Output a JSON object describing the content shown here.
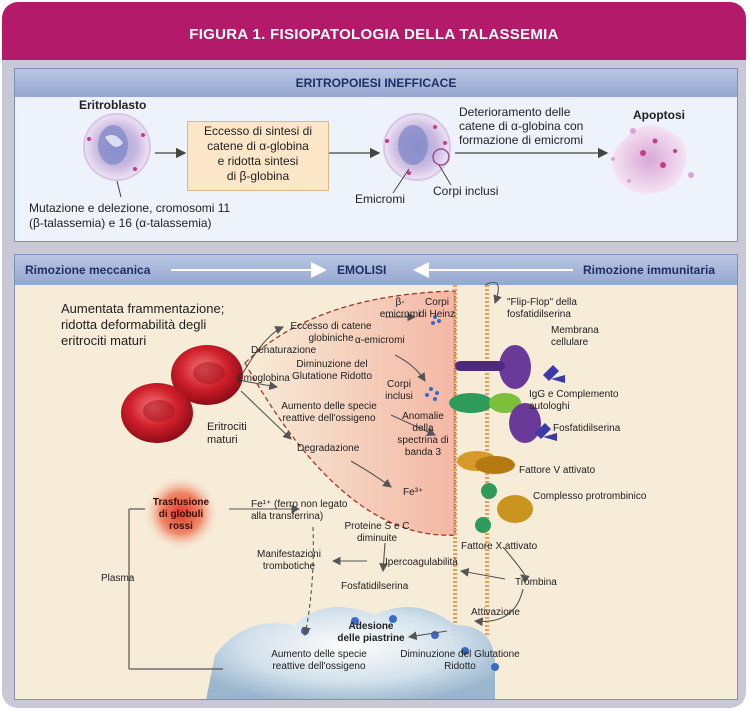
{
  "figure": {
    "title": "FIGURA 1. FISIOPATOLOGIA DELLA TALASSEMIA"
  },
  "eritropoiesi": {
    "header": "ERITROPOIESI INEFFICACE",
    "eritroblasto": "Eritroblasto",
    "box_lines": [
      "Eccesso di sintesi di",
      "catene di α-globina",
      "e ridotta sintesi",
      "di β-globina"
    ],
    "deterioramento_lines": [
      "Deterioramento delle",
      "catene di α-globina con",
      "formazione di emicromi"
    ],
    "apoptosi": "Apoptosi",
    "mutazione_lines": [
      "Mutazione e delezione, cromosomi 11",
      "(β-talassemia) e 16 (α-talassemia)"
    ],
    "emicromi": "Emicromi",
    "corpi_inclusi": "Corpi inclusi"
  },
  "emolisi": {
    "rimozione_meccanica": "Rimozione meccanica",
    "title": "EMOLISI",
    "rimozione_immunitaria": "Rimozione immunitaria",
    "aumentata_lines": [
      "Aumentata frammentazione;",
      "ridotta deformabilità degli",
      "eritrociti maturi"
    ],
    "eritrociti_lines": [
      "Eritrociti",
      "maturi"
    ],
    "emoglobina": "Emoglobina",
    "denaturazione": "Denaturazione",
    "eccesso_catene_lines": [
      "Eccesso di catene",
      "globiniche"
    ],
    "beta_emicromi_lines": [
      "β-",
      "emicromi"
    ],
    "alfa_emicromi": "α-emicromi",
    "corpi_heinz_lines": [
      "Corpi",
      "di Heinz"
    ],
    "flip_flop_lines": [
      "\"Flip-Flop\" della",
      "fosfatidilserina"
    ],
    "membrana_lines": [
      "Membrana",
      "cellulare"
    ],
    "diminuzione_glut_lines": [
      "Diminuzione del",
      "Glutatione Ridotto"
    ],
    "corpi_inclusi_lines": [
      "Corpi",
      "inclusi"
    ],
    "igg_lines": [
      "IgG  e Complemento",
      "autologhi"
    ],
    "aumento_specie_lines": [
      "Aumento delle specie",
      "reattive dell'ossigeno"
    ],
    "anomalie_lines": [
      "Anomalie",
      "della",
      "spectrina di",
      "banda 3"
    ],
    "fosfatidilserina_label": "Fosfatidilserina",
    "degradazione": "Degradazione",
    "fattore_v": "Fattore V attivato",
    "fe3": "Fe³⁺",
    "complesso": "Complesso protrombinico",
    "trasfusione_lines": [
      "Trasfusione",
      "di globuli",
      "rossi"
    ],
    "fe_lines": [
      "Fe¹⁺ (ferro non legato",
      "alla transferrina)"
    ],
    "proteine_lines": [
      "Proteine S e C",
      "diminuite"
    ],
    "fattore_x": "Fattore X attivato",
    "manifestazioni_lines": [
      "Manifestazioni",
      "trombotiche"
    ],
    "ipercoag": "Ipercoagulabilità",
    "plasma": "Plasma",
    "trombina": "Trombina",
    "fosfatidilserina2": "Fosfatidilserina",
    "attivazione": "Attivazione",
    "adesione_lines": [
      "Adesione",
      "delle piastrine"
    ],
    "aumento_specie2_lines": [
      "Aumento delle specie",
      "reattive dell'ossigeno"
    ],
    "diminuzione_glut2_lines": [
      "Diminuzione del Glutatione",
      "Ridotto"
    ]
  },
  "colors": {
    "title_bar": "#b31a6a",
    "header_band": "#a7b5da",
    "cell_red": "#d0202c",
    "membrane_orange": "#e5a05a"
  }
}
